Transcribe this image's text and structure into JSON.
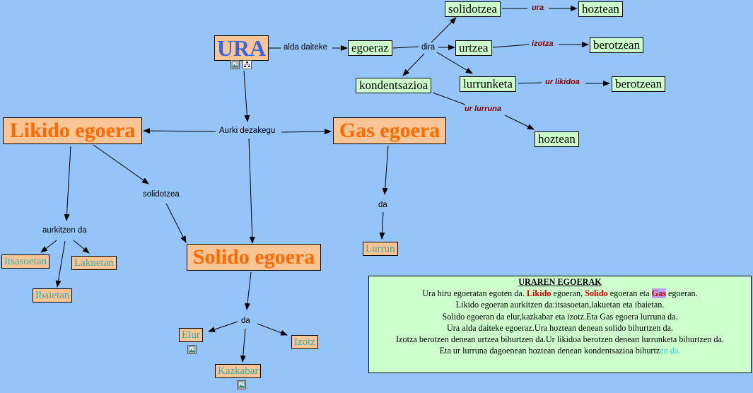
{
  "nodes": {
    "ura": "URA",
    "likido": "Likido egoera",
    "gas": "Gas egoera",
    "solido": "Solido egoera",
    "egoeraz": "egoeraz",
    "solidotzea": "solidotzea",
    "urtzea": "urtzea",
    "kondentsazioa": "kondentsazioa",
    "lurrunketa": "lurrunketa",
    "hoztean1": "hoztean",
    "berotzean1": "berotzean",
    "berotzean2": "berotzean",
    "hoztean2": "hoztean",
    "lurrun": "Lurrun",
    "itsasoetan": "Itsasoetan",
    "lakuetan": "Lakuetan",
    "ibaietan": "Ibaietan",
    "elur": "Elur",
    "izotz": "Izotz",
    "kazkabar": "Kazkabar"
  },
  "labels": {
    "alda_daiteke": "alda daiteke",
    "dira": "dira",
    "aurki_dezakegu": "Aurki dezakegu",
    "solidotzea_link": "solidotzea",
    "aurkitzen_da": "aurkitzen da",
    "da_gas": "da",
    "da_solido": "da",
    "ura_link": "ura",
    "izotza_link": "izotza",
    "ur_likidoa_link": "ur likidoa",
    "ur_lurruna_link": "ur lurruna"
  },
  "summary": {
    "title": "URAREN EGOERAK",
    "line1_a": "Ura hiru egoeratan egoten da. ",
    "line1_likido": "Likido",
    "line1_b": " egoeran, ",
    "line1_solido": "Solido",
    "line1_c": " egoeran eta ",
    "line1_gas": "Gas",
    "line1_d": " egoeran.",
    "line2": "Likido egoeran aurkitzen  da:itsasoetan,lakuetan eta ibaietan.",
    "line3": "Solido egoeran da elur,kazkabar eta izotz.Eta Gas egoera lurruna da.",
    "line4": "Ura alda daiteke  egoeraz.Ura hoztean denean solido bihurtzen da.",
    "line5": "Izotza berotzen denean urtzea bihurtzen da.Ur likidoa berotzen denean lurrunketa bihurtzen da.",
    "line6_a": "Eta ur lurruna dagoenean hoztean denean kondentsazioa bihurtz",
    "line6_b": "en da."
  },
  "icons": [
    "image-icon",
    "concept-map-icon"
  ],
  "colors": {
    "background": "#94c4f8",
    "concept_orange": "#f9c595",
    "concept_green": "#ccffcc",
    "title_blue": "#3b66e0",
    "big_text_orange": "#ff6a00",
    "teal_text": "#3aa9a9",
    "link_red": "#8b0000"
  }
}
